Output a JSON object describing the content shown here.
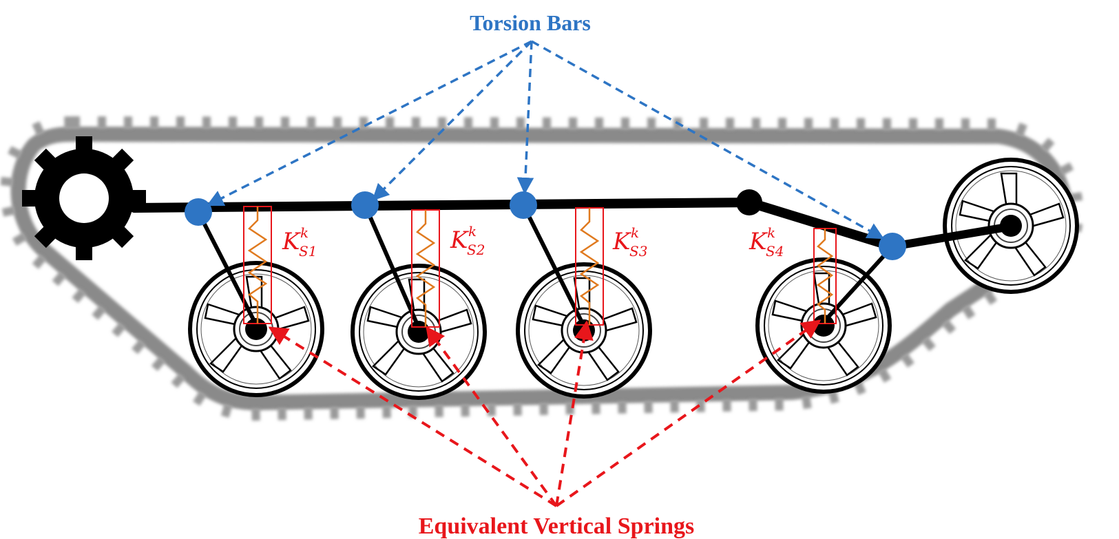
{
  "title_top": "Torsion Bars",
  "title_bottom": "Equivalent Vertical Springs",
  "spring_labels": [
    {
      "main": "K",
      "sup": "k",
      "sub": "S1"
    },
    {
      "main": "K",
      "sup": "k",
      "sub": "S2"
    },
    {
      "main": "K",
      "sup": "k",
      "sub": "S3"
    },
    {
      "main": "K",
      "sup": "k",
      "sub": "S4"
    }
  ],
  "colors": {
    "torsion_bar": "#2E75C4",
    "spring_arrow": "#E8161B",
    "spring_coil": "#E07A1F",
    "spring_box": "#E8161B",
    "hull_line": "#000000",
    "track": "#8a8a8a"
  },
  "icons": {
    "sprocket": "drive-sprocket-icon",
    "wheel": "road-wheel-icon",
    "idler": "idler-wheel-icon"
  }
}
